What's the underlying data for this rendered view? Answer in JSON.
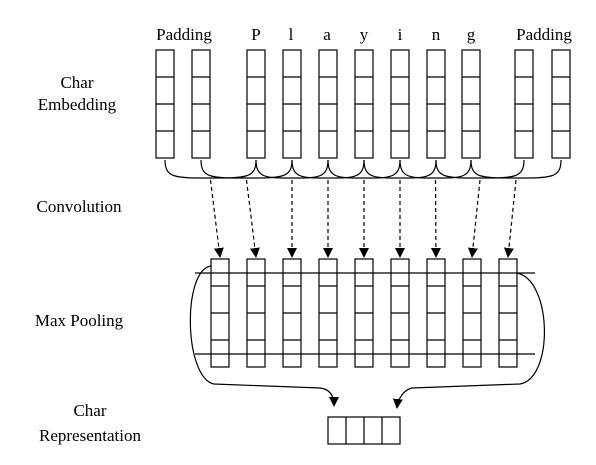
{
  "top_labels": {
    "padding_left": "Padding",
    "chars": [
      "P",
      "l",
      "a",
      "y",
      "i",
      "n",
      "g"
    ],
    "padding_right": "Padding"
  },
  "row_labels": {
    "char_embedding_line1": "Char",
    "char_embedding_line2": "Embedding",
    "convolution": "Convolution",
    "max_pooling": "Max Pooling",
    "char_representation_line1": "Char",
    "char_representation_line2": "Representation"
  },
  "structure": {
    "embedding_columns": 11,
    "embedding_cells_per_column": 4,
    "conv_columns": 9,
    "conv_cells_per_column": 4,
    "representation_cells": 4,
    "conv_window_size": 3
  }
}
